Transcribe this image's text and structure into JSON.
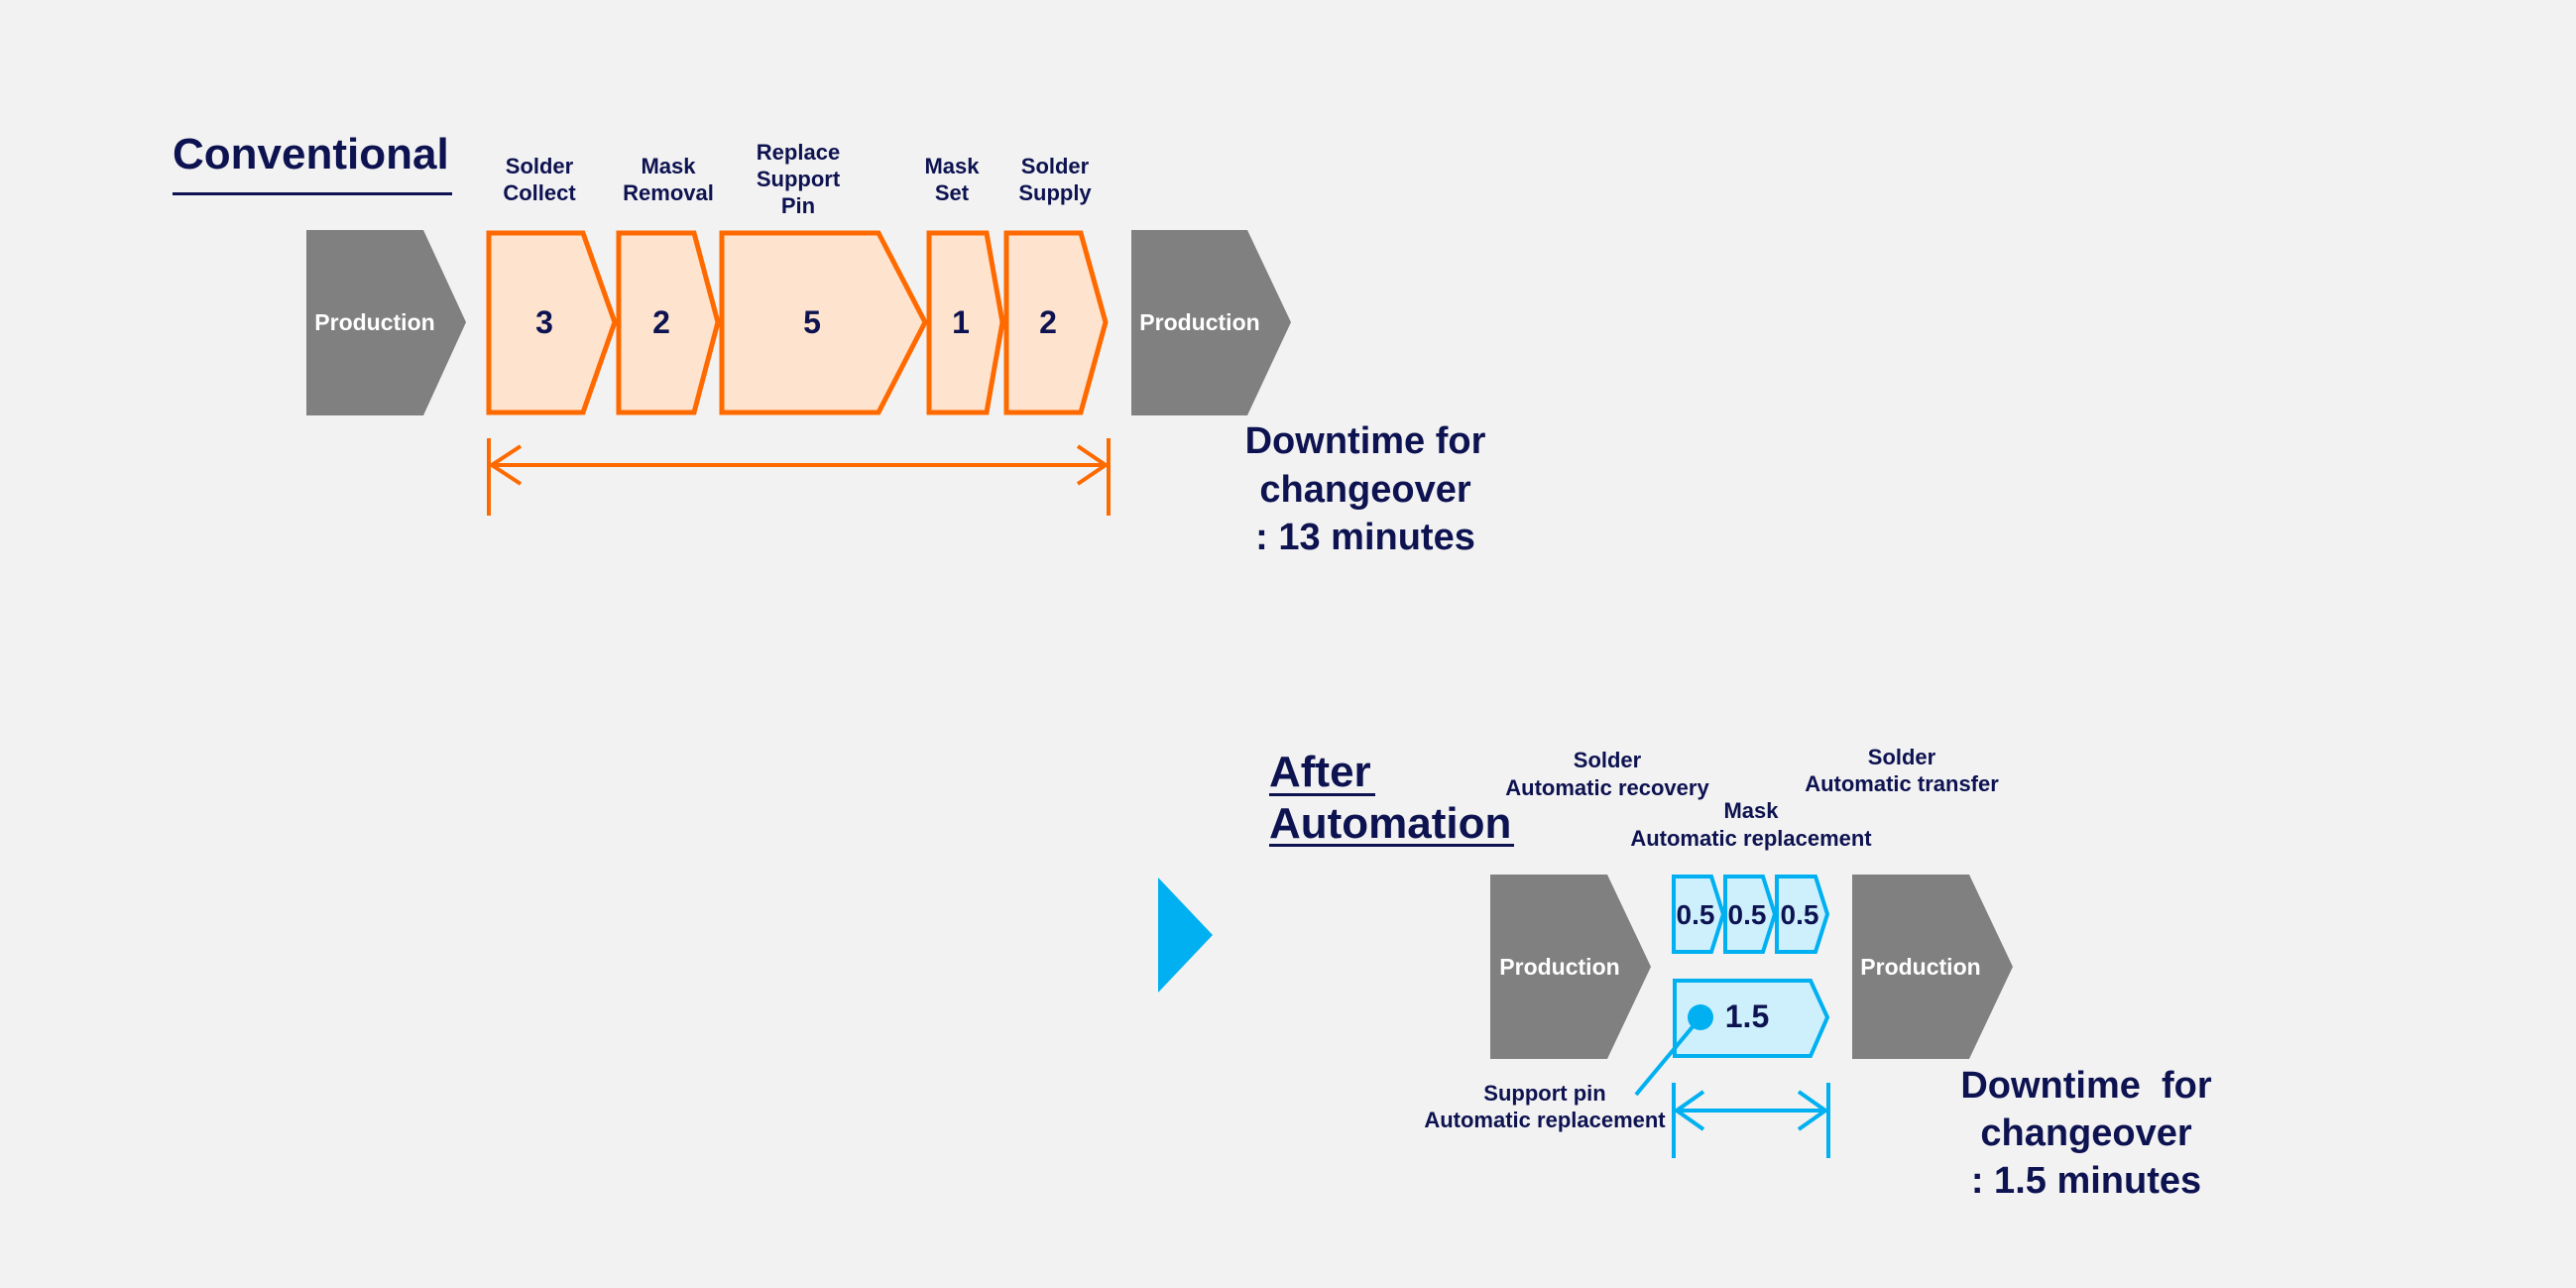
{
  "colors": {
    "background": "#f2f2f2",
    "text": "#0d1250",
    "production_fill": "#808080",
    "conventional_stroke": "#ff6a00",
    "conventional_fill": "#fee3cf",
    "automation_stroke": "#00b0f0",
    "automation_fill": "#cdf0fc"
  },
  "conventional": {
    "title": "Conventional",
    "production_label": "Production",
    "steps": [
      {
        "label_lines": [
          "Solder",
          "Collect"
        ],
        "minutes": "3"
      },
      {
        "label_lines": [
          "Mask",
          "Removal"
        ],
        "minutes": "2"
      },
      {
        "label_lines": [
          "Replace",
          "Support",
          "Pin"
        ],
        "minutes": "5"
      },
      {
        "label_lines": [
          "Mask",
          "Set"
        ],
        "minutes": "1"
      },
      {
        "label_lines": [
          "Solder",
          "Supply"
        ],
        "minutes": "2"
      }
    ],
    "downtime_lines": [
      "Downtime for",
      "changeover",
      ": 13 minutes"
    ]
  },
  "automation": {
    "title_lines": [
      "After",
      "Automation"
    ],
    "production_label": "Production",
    "parallel_steps": [
      {
        "minutes": "0.5"
      },
      {
        "minutes": "0.5"
      },
      {
        "minutes": "0.5"
      }
    ],
    "parallel_labels": [
      {
        "lines": [
          "Solder",
          "Automatic recovery"
        ]
      },
      {
        "lines": [
          "Mask",
          "Automatic replacement"
        ]
      },
      {
        "lines": [
          "Solder",
          "Automatic transfer"
        ]
      }
    ],
    "support_pin_step": {
      "minutes": "1.5",
      "label_lines": [
        "Support pin",
        "Automatic replacement"
      ]
    },
    "downtime_lines": [
      "Downtime  for",
      "changeover",
      ": 1.5 minutes"
    ]
  }
}
